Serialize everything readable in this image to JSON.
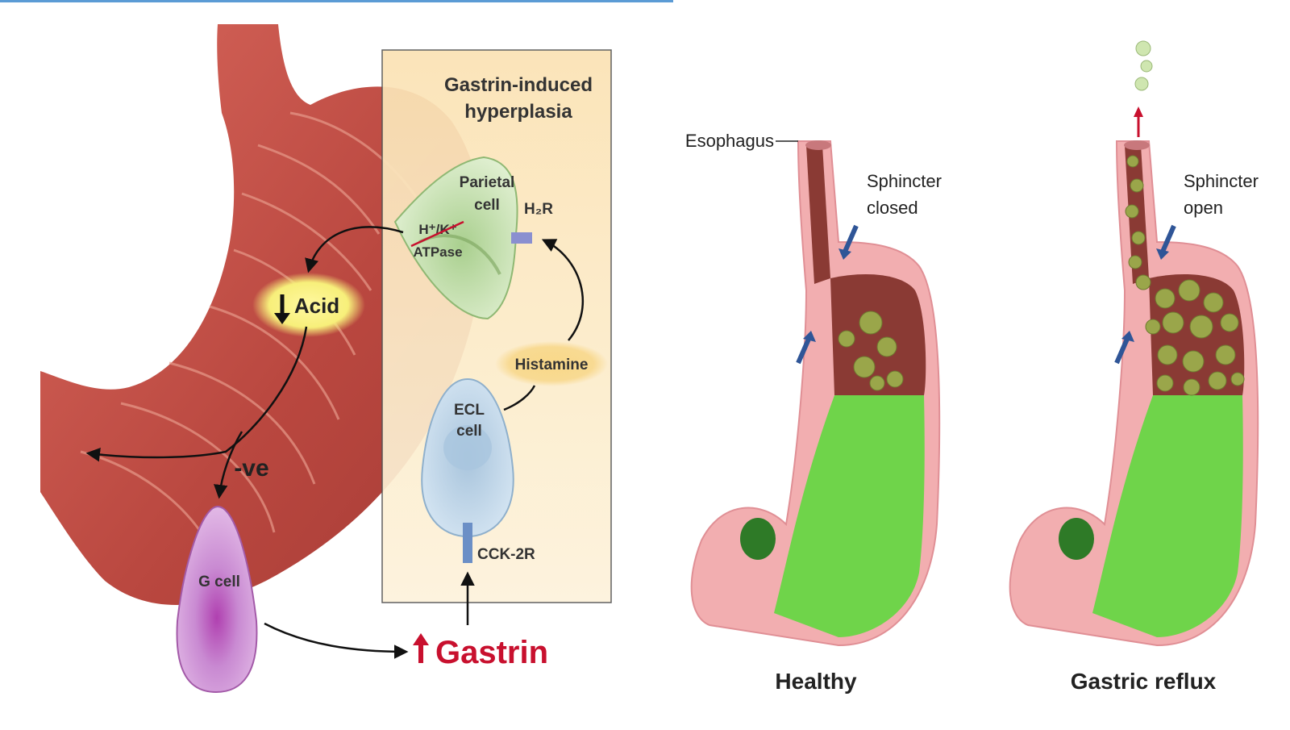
{
  "left_panel": {
    "box_title": [
      "Gastrin-induced",
      "hyperplasia"
    ],
    "parietal_label": [
      "Parietal",
      "cell"
    ],
    "atpase_label": [
      "H⁺/K⁺",
      "ATPase"
    ],
    "h2r_label": "H₂R",
    "acid_label": "Acid",
    "histamine_label": "Histamine",
    "ecl_label": [
      "ECL",
      "cell"
    ],
    "cck_label": "CCK-2R",
    "ve_label": "-ve",
    "gcell_label": "G cell",
    "gastrin_label": "Gastrin",
    "colors": {
      "stomach": "#c0504a",
      "box_fill": "#fbe6bf",
      "gastrin_text": "#c8102e",
      "acid_glow": "#fbf08a",
      "parietal": "#c9e3b0",
      "ecl": "#bcd6ea",
      "gcell": "#c78ad0"
    }
  },
  "right_panel": {
    "esophagus_label": "Esophagus",
    "healthy_sphincter": [
      "Sphincter",
      "closed"
    ],
    "reflux_sphincter": [
      "Sphincter",
      "open"
    ],
    "healthy_caption": "Healthy",
    "reflux_caption": "Gastric reflux",
    "colors": {
      "wall": "#f2aeb0",
      "cavity": "#8a3a34",
      "acid": "#6fd44a",
      "bubbles": "#9aa64a",
      "arrow": "#2f5597"
    }
  }
}
